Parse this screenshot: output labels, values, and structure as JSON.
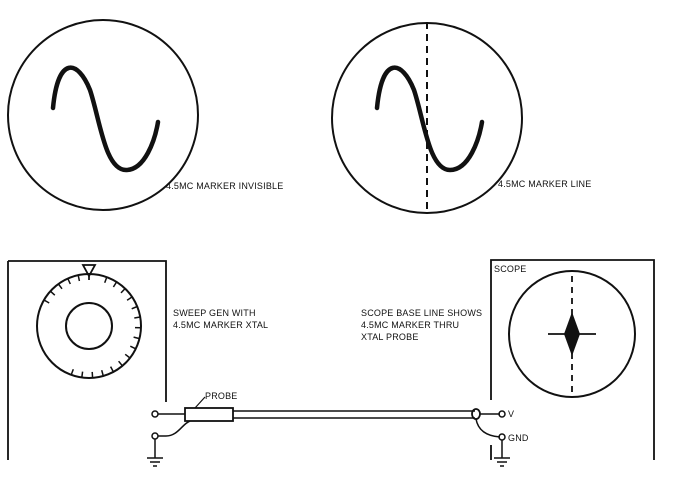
{
  "scope_left": {
    "caption": "4.5MC MARKER INVISIBLE"
  },
  "scope_right": {
    "caption": "4.5MC MARKER LINE"
  },
  "sweep_generator": {
    "label_line1": "SWEEP GEN WITH",
    "label_line2": "4.5MC MARKER XTAL"
  },
  "probe": {
    "label": "PROBE"
  },
  "scope_unit": {
    "title": "SCOPE",
    "note_line1": "SCOPE BASE LINE SHOWS",
    "note_line2": "4.5MC MARKER THRU",
    "note_line3": "XTAL PROBE",
    "terminal_v": "V",
    "terminal_gnd": "GND"
  },
  "colors": {
    "ink": "#111111",
    "background": "#ffffff"
  }
}
